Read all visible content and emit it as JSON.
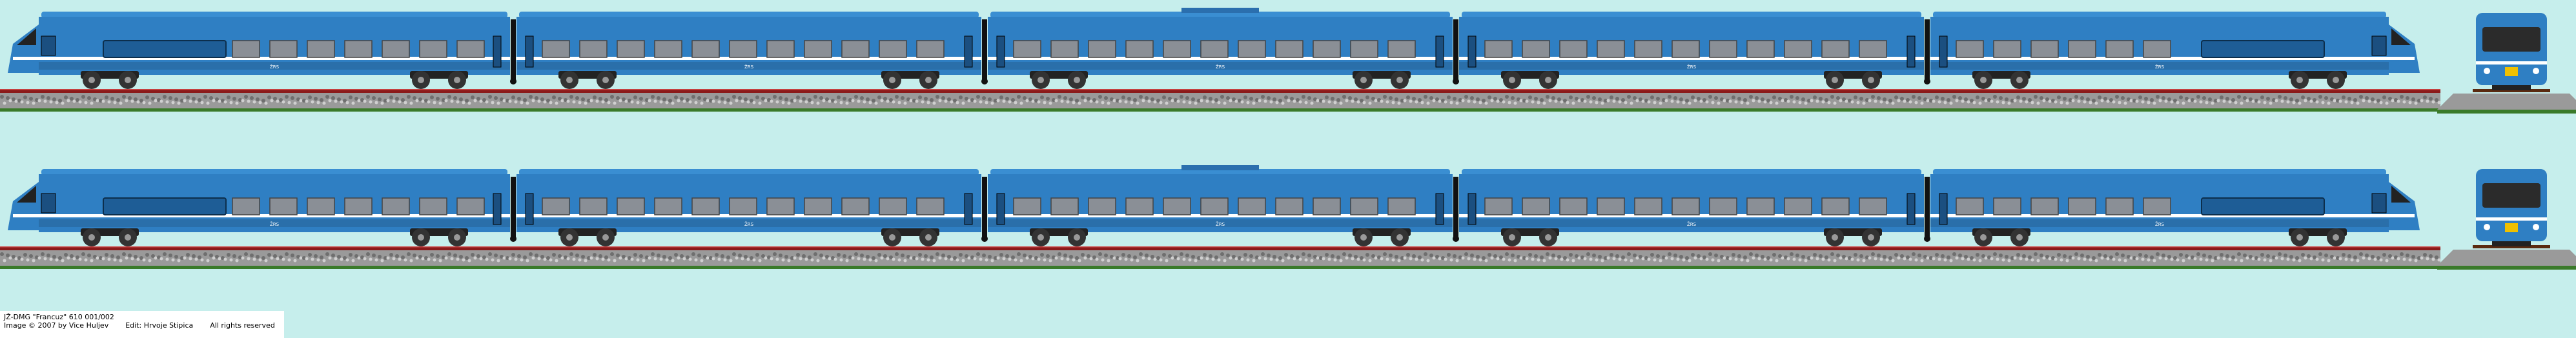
{
  "caption": {
    "title": "JŽ-DMG \"Francuz\"  610 001/002",
    "image_credit": "Image © 2007 by Vice Huljev",
    "edit_credit": "Edit: Hrvoje Stipica",
    "rights": "All rights reserved"
  },
  "car_marking": "ŽRS",
  "colors": {
    "background": "#c6eeec",
    "body_blue": "#2f7fc3",
    "roof_blue": "#3a8ed2",
    "stripe_white": "#ffffff",
    "window_grey": "#8a8f96",
    "underframe": "#222222",
    "rail": "#8b1a1a",
    "ballast": "#9a9a9a",
    "ground": "#3a7a2a"
  },
  "trains": [
    {
      "id": "upper-train",
      "cars": 5
    },
    {
      "id": "lower-train",
      "cars": 5
    }
  ]
}
